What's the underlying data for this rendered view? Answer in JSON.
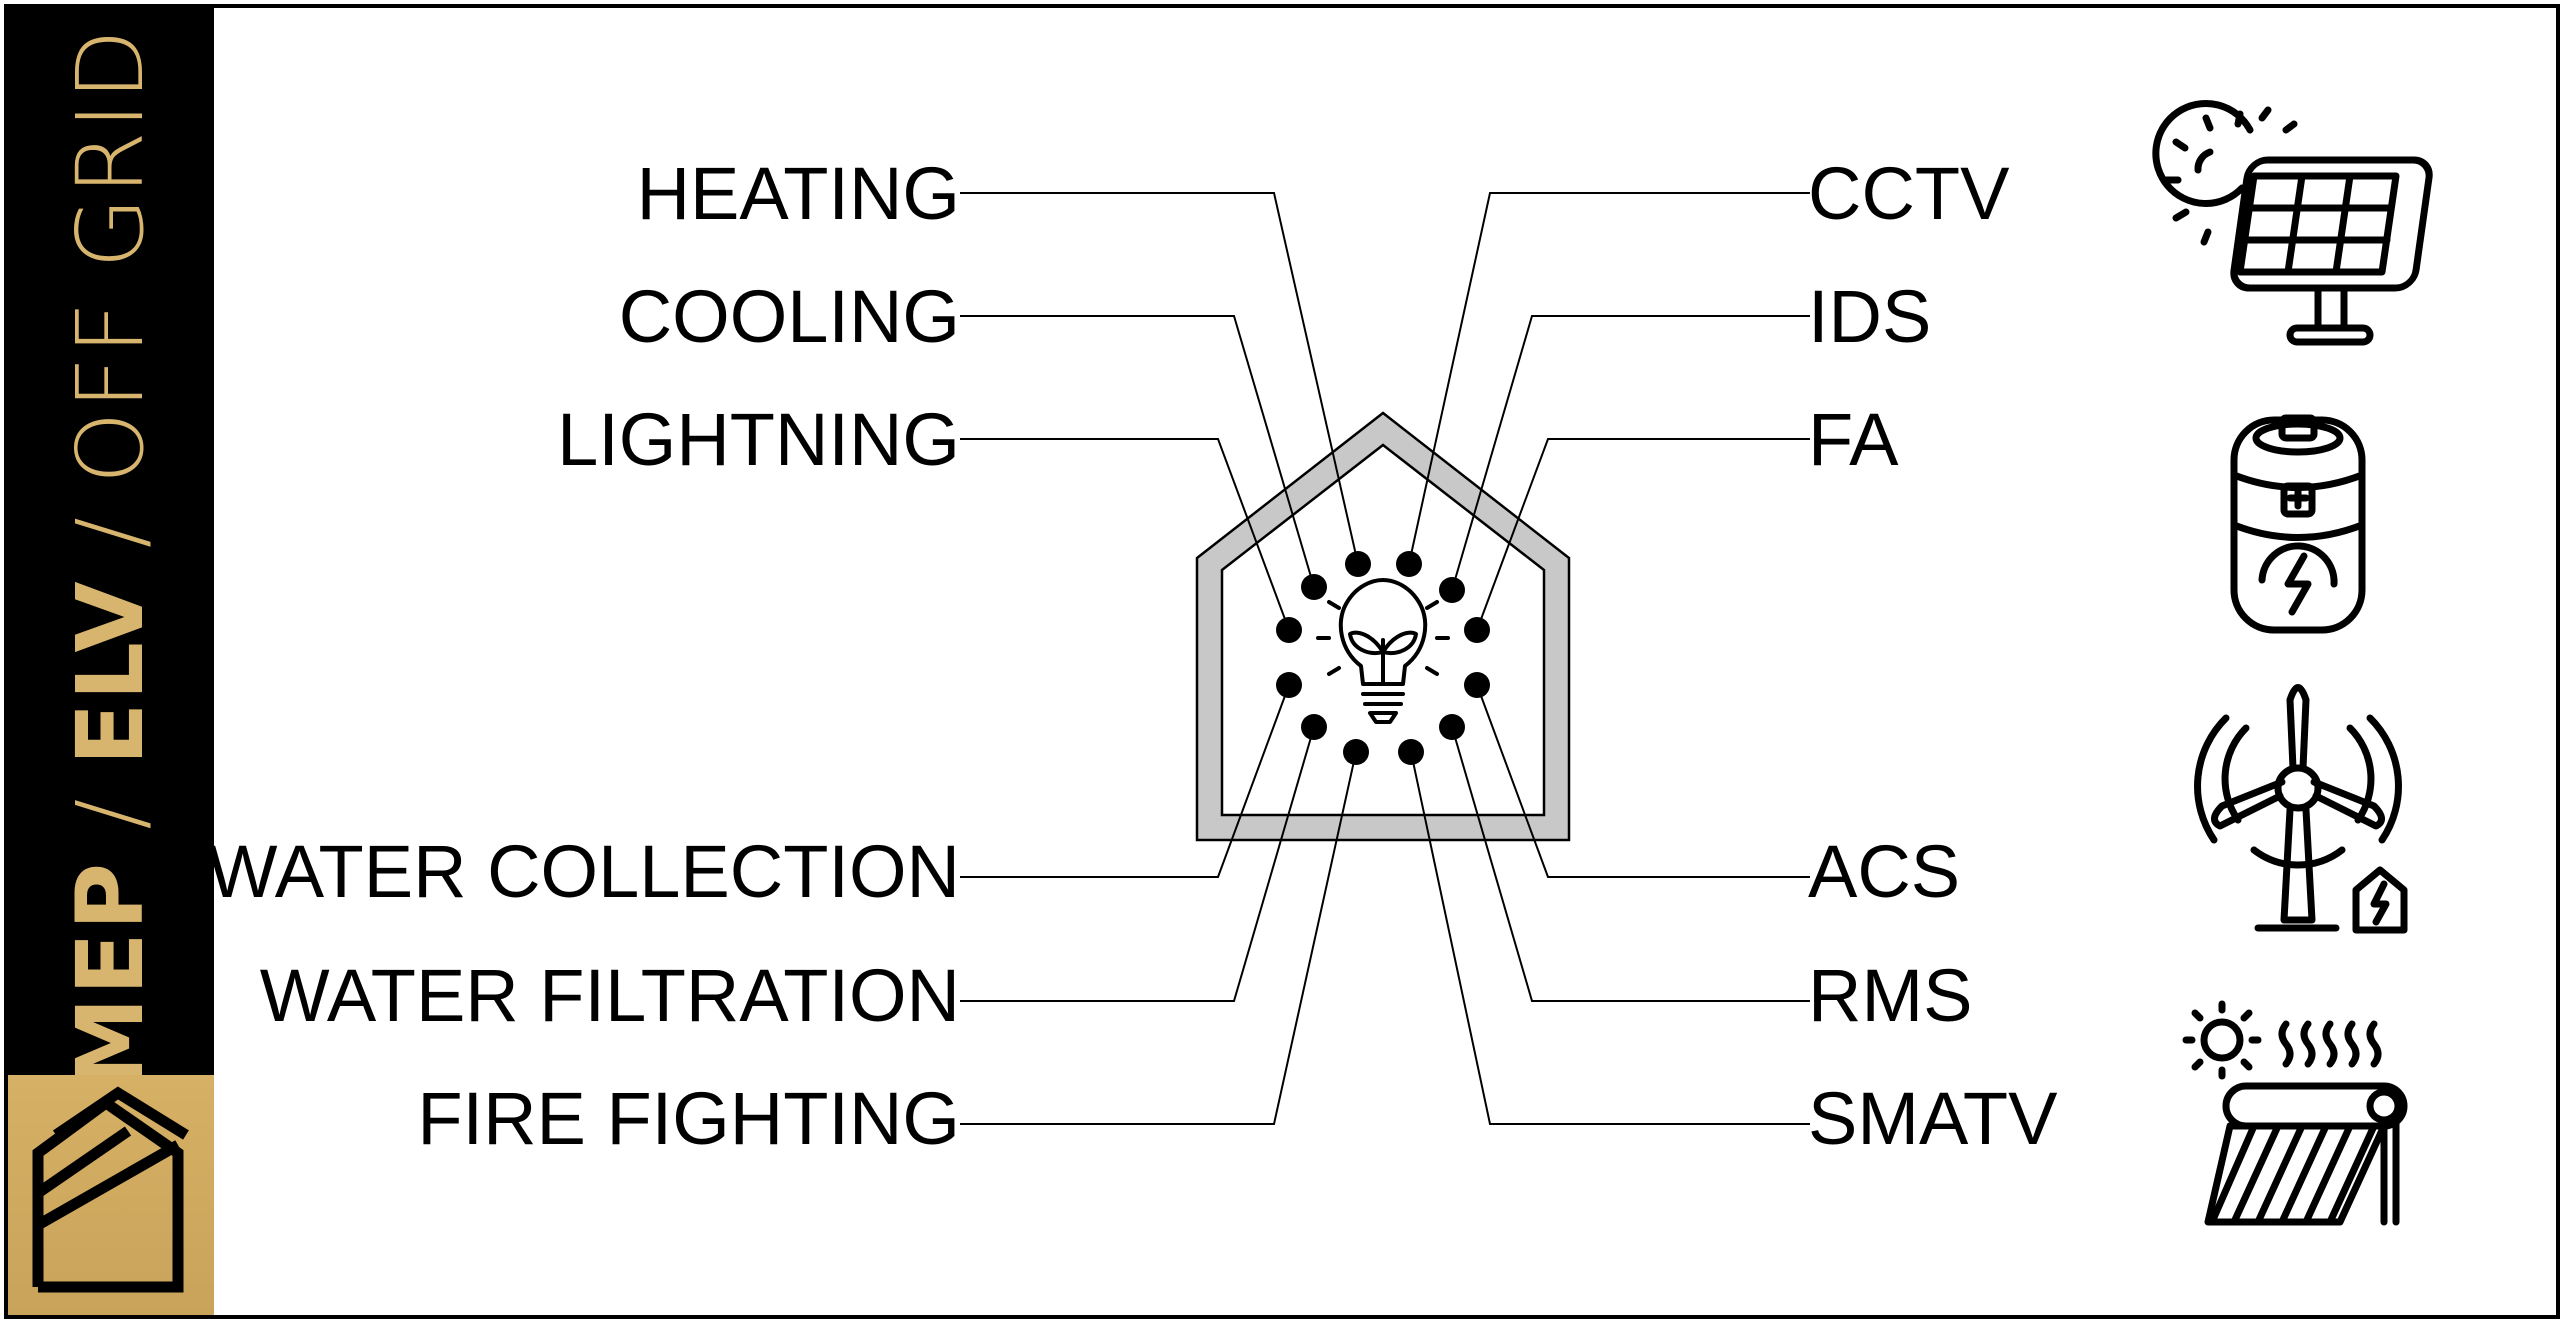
{
  "sidebar": {
    "title_mep": "MEP",
    "title_sep1": " / ",
    "title_elv": "ELV",
    "title_sep2": " / ",
    "title_offgrid": "OFF GRID"
  },
  "left_labels": [
    "HEATING",
    "COOLING",
    "LIGHTNING",
    "WATER COLLECTION",
    "WATER FILTRATION",
    "FIRE FIGHTING"
  ],
  "right_labels": [
    "CCTV",
    "IDS",
    "FA",
    "ACS",
    "RMS",
    "SMATV"
  ],
  "icons": [
    "solar-panel-icon",
    "battery-icon",
    "wind-turbine-icon",
    "solar-water-heater-icon"
  ],
  "colors": {
    "gold": "#d8b56e",
    "house_fill": "#c8c8c8",
    "black": "#000000"
  }
}
